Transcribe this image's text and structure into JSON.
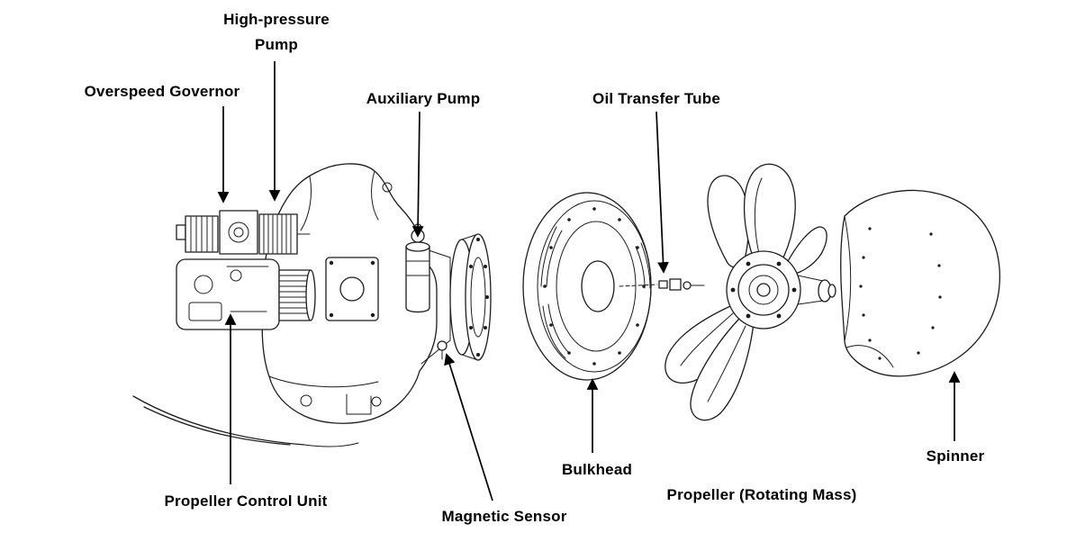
{
  "labels": {
    "high_pressure_pump": {
      "line1": "High-pressure",
      "line2": "Pump"
    },
    "overspeed_governor": "Overspeed Governor",
    "auxiliary_pump": "Auxiliary Pump",
    "oil_transfer_tube": "Oil Transfer Tube",
    "propeller_control_unit": "Propeller Control Unit",
    "magnetic_sensor": "Magnetic Sensor",
    "bulkhead": "Bulkhead",
    "propeller_rotating_mass": "Propeller (Rotating Mass)",
    "spinner": "Spinner"
  },
  "colors": {
    "background": "#ffffff",
    "label_text": "#000000",
    "line_art": "#1c1c1c"
  }
}
